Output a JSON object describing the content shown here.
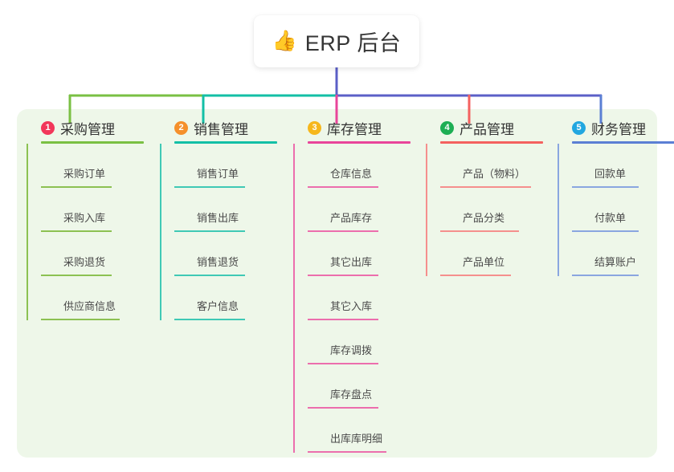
{
  "root": {
    "icon": "thumbs-up-icon",
    "emoji": "👍",
    "title": "ERP 后台"
  },
  "palette": {
    "panel_bg": "#eef7e9",
    "page_bg": "#ffffff",
    "card_bg": "#ffffff",
    "trunk": "#5b5fc7",
    "green": "#7ac043",
    "teal": "#13bfa6",
    "pink": "#e8459a",
    "red": "#f4615f",
    "blue": "#5b7fd4"
  },
  "columns": [
    {
      "index": "1",
      "badge_color": "#f2375a",
      "rule_color": "#7ac043",
      "line_color": "#8cc152",
      "title": "采购管理",
      "items": [
        {
          "label": "采购订单"
        },
        {
          "label": "采购入库"
        },
        {
          "label": "采购退货"
        },
        {
          "label": "供应商信息"
        }
      ]
    },
    {
      "index": "2",
      "badge_color": "#f5902b",
      "rule_color": "#13bfa6",
      "line_color": "#3fc9b5",
      "title": "销售管理",
      "items": [
        {
          "label": "销售订单"
        },
        {
          "label": "销售出库"
        },
        {
          "label": "销售退货"
        },
        {
          "label": "客户信息"
        }
      ]
    },
    {
      "index": "3",
      "badge_color": "#f6b71c",
      "rule_color": "#e8459a",
      "line_color": "#ec6ead",
      "title": "库存管理",
      "items": [
        {
          "label": "仓库信息"
        },
        {
          "label": "产品库存"
        },
        {
          "label": "其它出库"
        },
        {
          "label": "其它入库"
        },
        {
          "label": "库存调拨"
        },
        {
          "label": "库存盘点"
        },
        {
          "label": "出库库明细"
        }
      ]
    },
    {
      "index": "4",
      "badge_color": "#1dae54",
      "rule_color": "#f4615f",
      "line_color": "#f58f8d",
      "title": "产品管理",
      "items": [
        {
          "label": "产品（物料）"
        },
        {
          "label": "产品分类"
        },
        {
          "label": "产品单位"
        }
      ]
    },
    {
      "index": "5",
      "badge_color": "#22a7e0",
      "rule_color": "#5b7fd4",
      "line_color": "#8aa6e0",
      "title": "财务管理",
      "items": [
        {
          "label": "回款单"
        },
        {
          "label": "付款单"
        },
        {
          "label": "结算账户"
        }
      ]
    }
  ]
}
